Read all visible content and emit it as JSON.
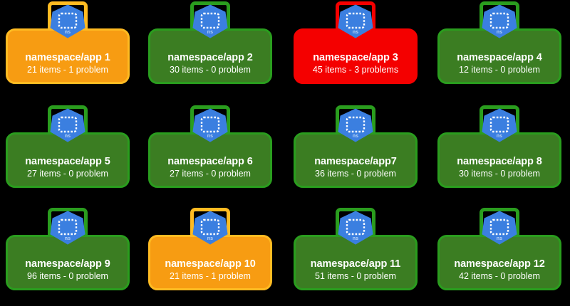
{
  "view": {
    "name": "namespace-overview-grid",
    "background_color": "#000000",
    "columns": 4,
    "rows": 3
  },
  "status_colors": {
    "healthy_fill": "#3b7d22",
    "healthy_border": "#2a9d1e",
    "warning_fill": "#f79c12",
    "warning_border": "#ffbb22",
    "critical_fill": "#f40000",
    "critical_border": "#f40000",
    "icon_fill": "#3b7fe0",
    "icon_stroke": "#3b7fe0",
    "icon_inner_dash": "#ffffff",
    "text": "#ffffff",
    "icon_label_text": "#bcd6f7"
  },
  "icon": {
    "semantic": "namespace-icon",
    "label": "ns"
  },
  "cards": [
    {
      "title": "namespace/app 1",
      "subtitle": "21 items - 1 problem",
      "items": 21,
      "problems": 1,
      "status": "warning",
      "fill": "#f79c12",
      "border": "#ffbb22"
    },
    {
      "title": "namespace/app 2",
      "subtitle": "30 items - 0 problem",
      "items": 30,
      "problems": 0,
      "status": "healthy",
      "fill": "#3b7d22",
      "border": "#2a9d1e"
    },
    {
      "title": "namespace/app 3",
      "subtitle": "45 items - 3 problems",
      "items": 45,
      "problems": 3,
      "status": "critical",
      "fill": "#f40000",
      "border": "#f40000"
    },
    {
      "title": "namespace/app 4",
      "subtitle": "12 items - 0 problem",
      "items": 12,
      "problems": 0,
      "status": "healthy",
      "fill": "#3b7d22",
      "border": "#2a9d1e"
    },
    {
      "title": "namespace/app 5",
      "subtitle": "27 items - 0 problem",
      "items": 27,
      "problems": 0,
      "status": "healthy",
      "fill": "#3b7d22",
      "border": "#2a9d1e"
    },
    {
      "title": "namespace/app 6",
      "subtitle": "27 items - 0 problem",
      "items": 27,
      "problems": 0,
      "status": "healthy",
      "fill": "#3b7d22",
      "border": "#2a9d1e"
    },
    {
      "title": "namespace/app7",
      "subtitle": "36 items - 0 problem",
      "items": 36,
      "problems": 0,
      "status": "healthy",
      "fill": "#3b7d22",
      "border": "#2a9d1e"
    },
    {
      "title": "namespace/app 8",
      "subtitle": "30 items - 0 problem",
      "items": 30,
      "problems": 0,
      "status": "healthy",
      "fill": "#3b7d22",
      "border": "#2a9d1e"
    },
    {
      "title": "namespace/app 9",
      "subtitle": "96 items - 0 problem",
      "items": 96,
      "problems": 0,
      "status": "healthy",
      "fill": "#3b7d22",
      "border": "#2a9d1e"
    },
    {
      "title": "namespace/app 10",
      "subtitle": "21 items - 1 problem",
      "items": 21,
      "problems": 1,
      "status": "warning",
      "fill": "#f79c12",
      "border": "#ffbb22"
    },
    {
      "title": "namespace/app 11",
      "subtitle": "51 items - 0 problem",
      "items": 51,
      "problems": 0,
      "status": "healthy",
      "fill": "#3b7d22",
      "border": "#2a9d1e"
    },
    {
      "title": "namespace/app 12",
      "subtitle": "42 items - 0 problem",
      "items": 42,
      "problems": 0,
      "status": "healthy",
      "fill": "#3b7d22",
      "border": "#2a9d1e"
    }
  ]
}
